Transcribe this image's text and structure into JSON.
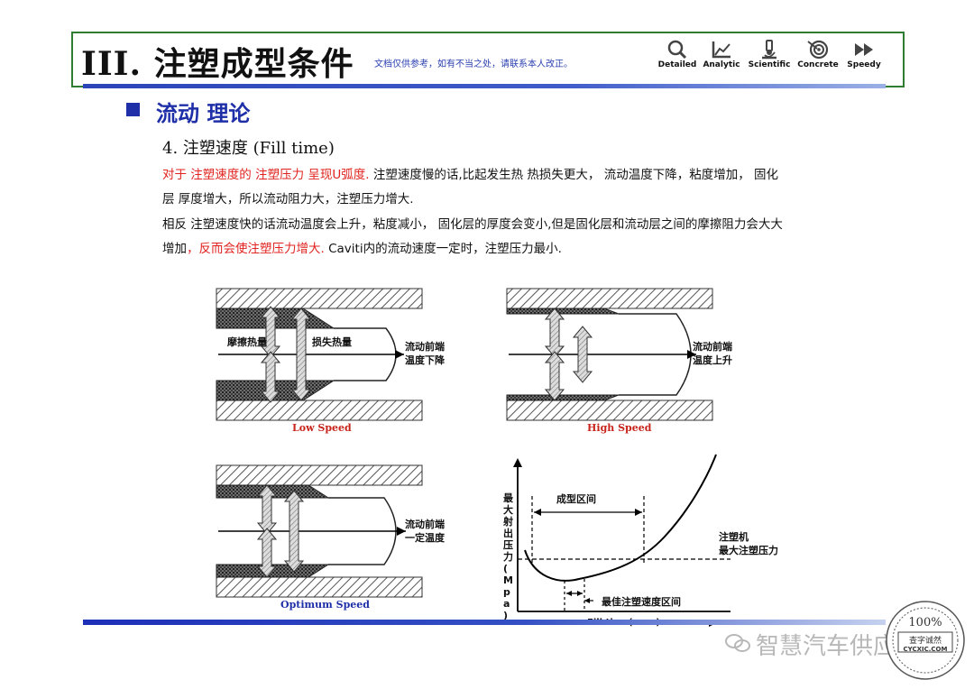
{
  "header": {
    "title": "III.  注塑成型条件",
    "disclaimer": "文档仅供参考，如有不当之处，请联系本人改正。",
    "toolbar": [
      {
        "label": "Detailed",
        "icon": "search-icon"
      },
      {
        "label": "Analytic",
        "icon": "chart-icon"
      },
      {
        "label": "Scientific",
        "icon": "microscope-icon"
      },
      {
        "label": "Concrete",
        "icon": "target-icon"
      },
      {
        "label": "Speedy",
        "icon": "fast-forward-icon"
      }
    ]
  },
  "section": {
    "title": "流动  理论"
  },
  "subheading": "4. 注塑速度 (Fill time)",
  "paragraphs": {
    "p1_red": " 对于 注塑速度的 注塑压力 呈现U弧度.",
    "p1_rest": " 注塑速度慢的话,比起发生热 热损失更大，   流动温度下降，粘度增加，  固化",
    "p2": "层 厚度增大，所以流动阻力大，注塑压力增大.",
    "p3": " 相反  注塑速度快的话流动温度会上升，粘度减小，  固化层的厚度会变小,但是固化层和流动层之间的摩擦阻力会大大",
    "p4_start": "增加",
    "p4_red": "，反而会使注塑压力增大.",
    "p4_rest": " Caviti内的流动速度一定时，注塑压力最小."
  },
  "diagrams": {
    "low": {
      "caption": "Low Speed",
      "label_friction": "摩擦热量",
      "label_loss": "损失热量",
      "label_front_1": "流动前端",
      "label_front_2": "温度下降"
    },
    "high": {
      "caption": "High Speed",
      "label_front_1": "流动前端",
      "label_front_2": "温度上升"
    },
    "optimum": {
      "caption": "Optimum Speed",
      "label_front_1": "流动前端",
      "label_front_2": "一定温度"
    }
  },
  "graph": {
    "ylabel": "最大射出压力 ( Mpa )",
    "xlabel": "Fill time( sec )",
    "range_label": "成型区间",
    "machine_label_1": "注塑机",
    "machine_label_2": "最大注塑压力",
    "optimum_label": "最佳注塑速度区间"
  },
  "footer": {
    "watermark": "智慧汽车供应链",
    "stamp_top": "100%",
    "stamp_mid": "查字诚然",
    "stamp_url": "CYCXIC.COM"
  },
  "colors": {
    "accent_blue": "#1e2fa8",
    "accent_red": "#e0231f",
    "header_border": "#2e7d32"
  }
}
